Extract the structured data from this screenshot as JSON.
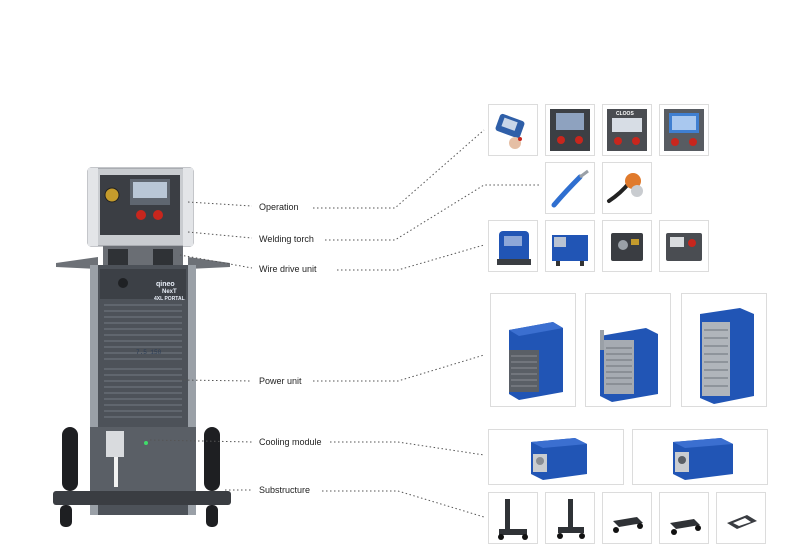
{
  "labels": {
    "operation": "Operation",
    "welding_torch": "Welding torch",
    "wire_drive_unit": "Wire drive unit",
    "power_unit": "Power unit",
    "cooling_module": "Cooling module",
    "substructure": "Substructure"
  },
  "machine": {
    "brand": "qineo",
    "model_line1": "NexT",
    "model_line2": "4XL PORTAL",
    "panel_reading": "7.5  150"
  },
  "panels": {
    "cloos": "CLOOS"
  },
  "colors": {
    "unit_blue": "#2155b5",
    "unit_grey": "#4d5259",
    "knob_red": "#c8261d",
    "frame_dark": "#3a3d42",
    "guide_line": "#555555"
  },
  "icons": [
    "pendant-icon",
    "control-panel-icon",
    "torch-icon",
    "wire-feeder-icon",
    "power-unit-icon",
    "cooling-unit-icon",
    "trolley-icon"
  ]
}
